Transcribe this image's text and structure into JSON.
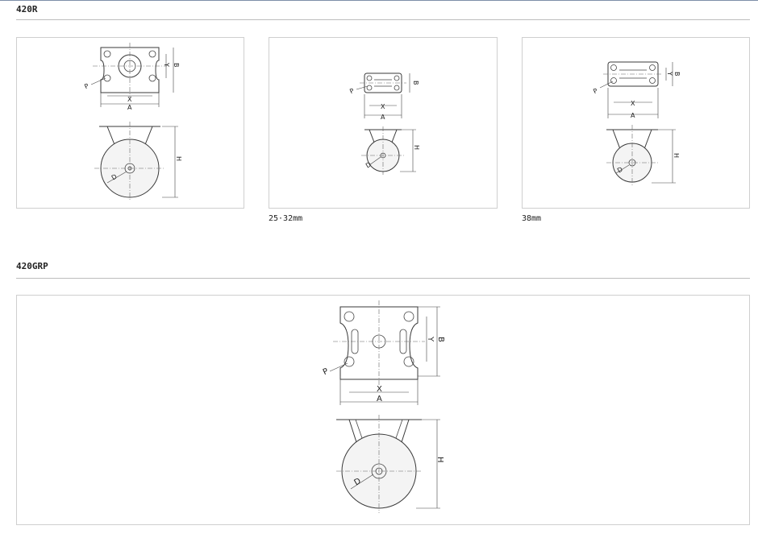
{
  "sections": [
    {
      "title": "420R",
      "captions": [
        "",
        "25·32mm",
        "38mm"
      ]
    },
    {
      "title": "420GRP"
    }
  ],
  "drawing_labels": {
    "x": "X",
    "y": "Y",
    "a": "A",
    "b": "B",
    "p": "P",
    "h": "H",
    "d": "D"
  }
}
